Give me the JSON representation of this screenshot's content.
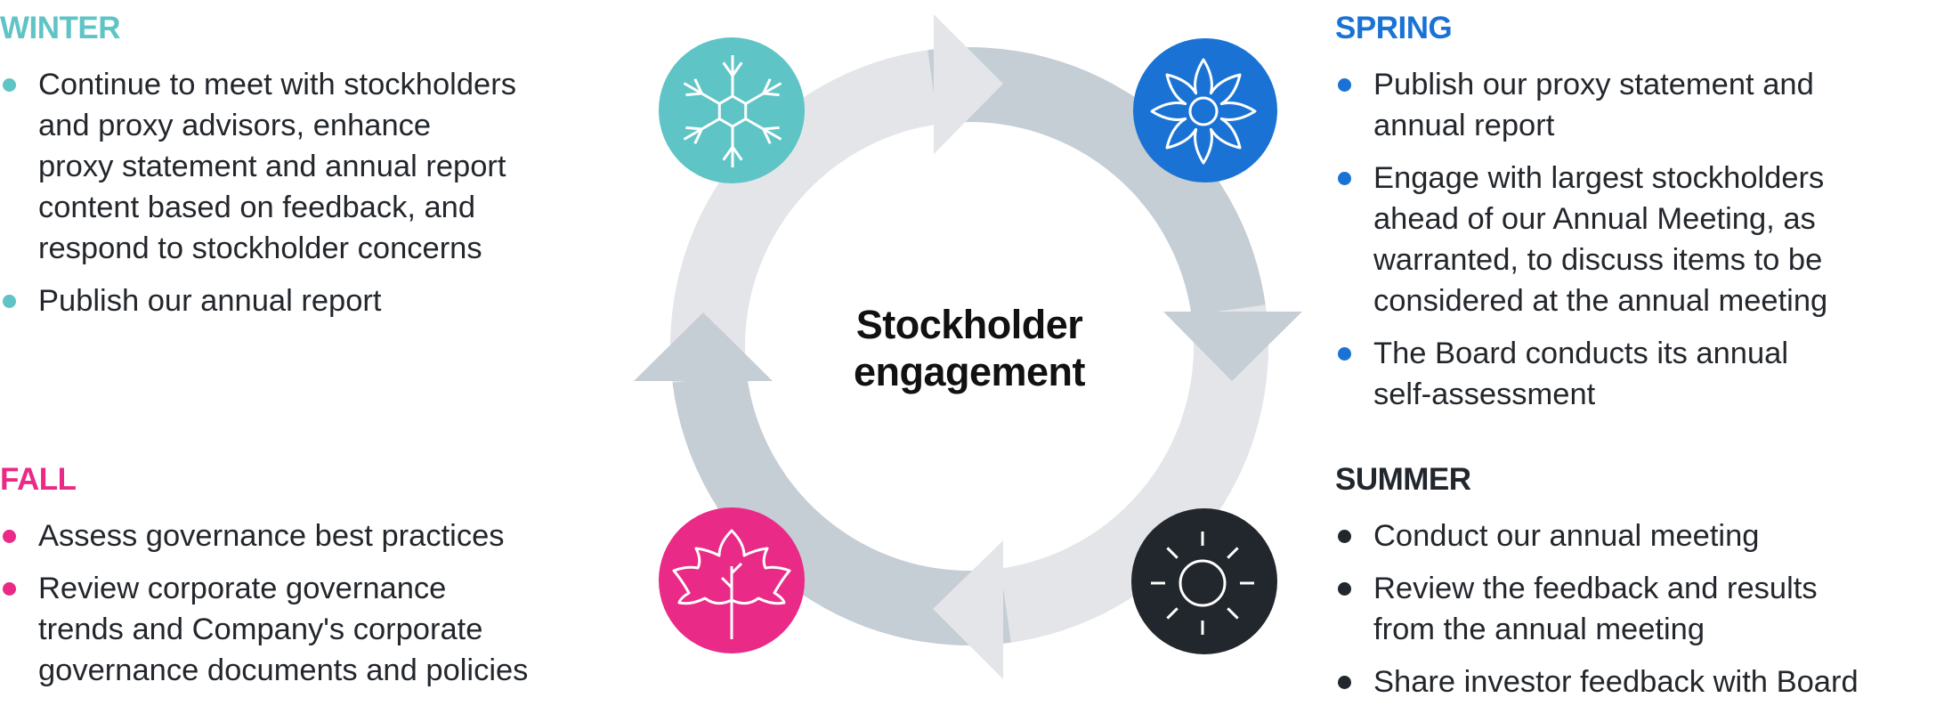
{
  "title": {
    "line1": "Stockholder",
    "line2": "engagement"
  },
  "colors": {
    "winter": "#5fc4c5",
    "spring": "#1a73d4",
    "summer": "#22272d",
    "fall": "#ea2a87",
    "arrow_light": "#e3e5e9",
    "arrow_dark": "#c5cdd5",
    "text": "#23272c"
  },
  "seasons": {
    "winter": {
      "label": "WINTER",
      "icon": "snowflake-icon",
      "items": [
        {
          "lines": [
            "Continue to meet with stockholders",
            "and proxy advisors, enhance",
            "proxy statement and annual report",
            "content based on feedback, and",
            "respond to stockholder concerns"
          ]
        },
        {
          "lines": [
            "Publish our annual report"
          ]
        }
      ]
    },
    "spring": {
      "label": "SPRING",
      "icon": "flower-icon",
      "items": [
        {
          "lines": [
            "Publish our proxy statement and",
            "annual report"
          ]
        },
        {
          "lines": [
            "Engage with largest stockholders",
            "ahead of our Annual Meeting, as",
            "warranted, to discuss items to be",
            "considered at the annual meeting"
          ]
        },
        {
          "lines": [
            "The Board conducts its annual",
            "self-assessment"
          ]
        }
      ]
    },
    "summer": {
      "label": "SUMMER",
      "icon": "sun-icon",
      "items": [
        {
          "lines": [
            "Conduct our annual meeting"
          ]
        },
        {
          "lines": [
            "Review the feedback and results",
            "from the annual meeting"
          ]
        },
        {
          "lines": [
            "Share investor feedback with Board"
          ]
        }
      ]
    },
    "fall": {
      "label": "FALL",
      "icon": "leaf-icon",
      "items": [
        {
          "lines": [
            "Assess governance best practices"
          ]
        },
        {
          "lines": [
            "Review corporate governance",
            "trends and Company's corporate",
            "governance documents and policies"
          ]
        }
      ]
    }
  }
}
